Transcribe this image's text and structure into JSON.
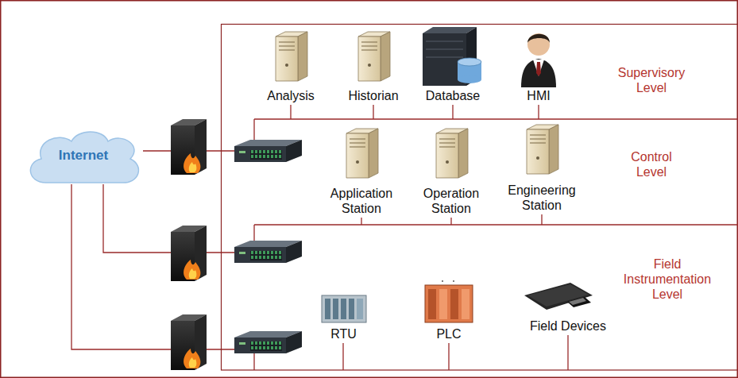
{
  "diagram": {
    "nodes": [
      {
        "text": [
          "Internet"
        ]
      },
      {
        "text": [
          "Supervisory Level"
        ]
      },
      {
        "text": [
          "Analysis"
        ],
        "in": 1
      },
      {
        "text": [
          "Historian"
        ],
        "in": 1
      },
      {
        "text": [
          "Database"
        ],
        "in": 1
      },
      {
        "text": [
          "HMI"
        ],
        "in": 1
      },
      {
        "text": [
          "Control Level"
        ]
      },
      {
        "text": [
          "Application Station"
        ],
        "in": 6
      },
      {
        "text": [
          "Operation Station"
        ],
        "in": 6
      },
      {
        "text": [
          "Engineering Station"
        ],
        "in": 6
      },
      {
        "text": [
          "Field Instrumentation Level"
        ]
      },
      {
        "text": [
          "RTU"
        ],
        "in": 10
      },
      {
        "text": [
          "PLC"
        ],
        "in": 10
      },
      {
        "text": [
          "Field Devices"
        ],
        "in": 10
      }
    ],
    "edges": [
      {
        "from": 0,
        "to": 1,
        "arrow": "none"
      },
      {
        "from": 0,
        "to": 6,
        "arrow": "none"
      },
      {
        "from": 0,
        "to": 10,
        "arrow": "none"
      }
    ]
  }
}
